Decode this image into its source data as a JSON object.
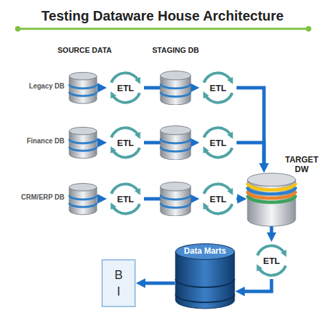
{
  "diagram": {
    "title": "Testing Dataware House Architecture",
    "nodes": [
      {
        "text": [
          "Legacy DB"
        ]
      },
      {
        "text": [
          "ETL"
        ]
      },
      {
        "text": [
          "ETL"
        ]
      },
      {
        "text": [
          "Finance DB"
        ]
      },
      {
        "text": [
          "ETL"
        ]
      },
      {
        "text": [
          "ETL"
        ]
      },
      {
        "text": [
          "CRM/ERP DB"
        ]
      },
      {
        "text": [
          "ETL"
        ]
      },
      {
        "text": [
          "ETL"
        ]
      },
      {
        "text": [
          "TARGET DW"
        ]
      },
      {
        "text": [
          "ETL"
        ]
      },
      {
        "text": [
          "Data Marts"
        ]
      },
      {
        "text": [
          "B I"
        ]
      }
    ],
    "edges": [
      {
        "from": 0,
        "to": 1,
        "arrow": "to"
      },
      {
        "from": 1,
        "to": 2,
        "arrow": "to"
      },
      {
        "from": 2,
        "to": 9,
        "arrow": "to"
      },
      {
        "from": 3,
        "to": 4,
        "arrow": "to"
      },
      {
        "from": 4,
        "to": 5,
        "arrow": "to"
      },
      {
        "from": 5,
        "to": 9,
        "arrow": "to"
      },
      {
        "from": 6,
        "to": 7,
        "arrow": "to"
      },
      {
        "from": 7,
        "to": 8,
        "arrow": "to"
      },
      {
        "from": 8,
        "to": 9,
        "arrow": "to"
      },
      {
        "from": 9,
        "to": 10,
        "arrow": "to"
      },
      {
        "from": 10,
        "to": 11,
        "arrow": "to"
      },
      {
        "from": 11,
        "to": 12,
        "arrow": "to"
      }
    ],
    "labels": [
      "SOURCE DATA",
      "STAGING DB"
    ]
  }
}
